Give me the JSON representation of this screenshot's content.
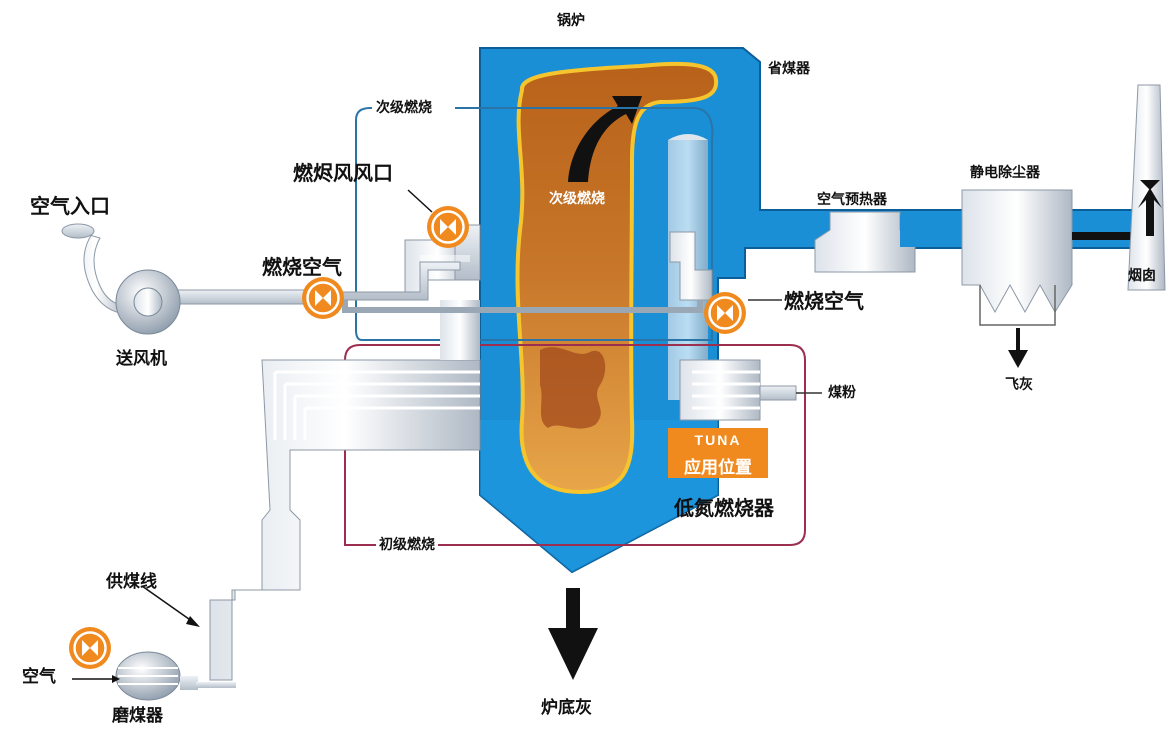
{
  "labels": {
    "boiler": "锅炉",
    "economizer": "省煤器",
    "secondary_combustion": "次级燃烧",
    "secondary_combustion_inner": "次级燃烧",
    "burnout_air_port": "燃烬风风口",
    "air_inlet": "空气入口",
    "combustion_air_left": "燃烧空气",
    "combustion_air_right": "燃烧空气",
    "fan": "送风机",
    "air_preheater": "空气预热器",
    "esp": "静电除尘器",
    "chimney": "烟囱",
    "fly_ash": "飞灰",
    "coal_powder": "煤粉",
    "low_nox_burner": "低氮燃烧器",
    "primary_combustion": "初级燃烧",
    "coal_feed_line": "供煤线",
    "air": "空气",
    "mill": "磨煤器",
    "bottom_ash": "炉底灰"
  },
  "badge": {
    "brand": "TUNA",
    "text": "应用位置"
  },
  "valves": {
    "icon": "bowtie-valve-icon",
    "color": "#f08a1e"
  },
  "colors": {
    "boiler_blue": "#1a8fd6",
    "flame": "#b8611a",
    "primary_loop": "#9c2f4f",
    "secondary_loop": "#2a74a8"
  }
}
